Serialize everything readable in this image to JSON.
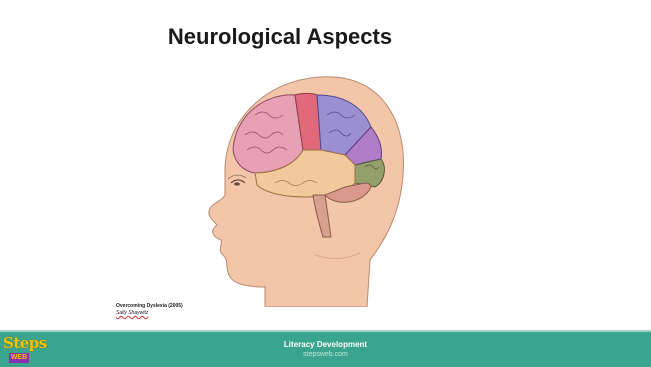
{
  "slide": {
    "title": "Neurological Aspects"
  },
  "figure": {
    "description_icon": "brain-head-illustration-icon"
  },
  "caption": {
    "title": "Overcoming Dyslexia  (2005)",
    "author": "Sally Shaywitz"
  },
  "footer": {
    "title": "Literacy Development",
    "subtitle": "stepsweb.com",
    "background_color": "#3aa58e"
  },
  "logo": {
    "text": "Steps",
    "badge": "WEB"
  }
}
